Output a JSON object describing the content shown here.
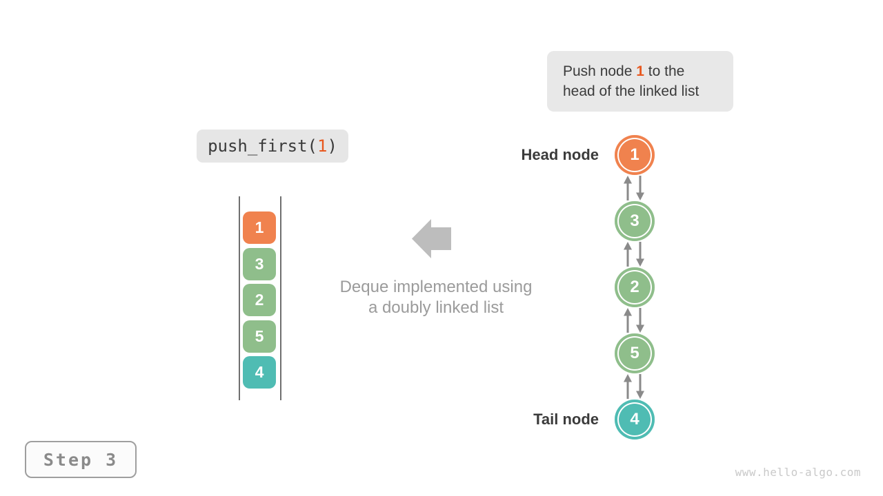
{
  "note": {
    "text_before": "Push node ",
    "highlight": "1",
    "text_after": " to the head of the linked list"
  },
  "code": {
    "before": "push_first(",
    "arg": "1",
    "after": ")"
  },
  "stack": {
    "cells": [
      {
        "value": "1",
        "color": "#F0824E"
      },
      {
        "value": "3",
        "color": "#8FBE8B"
      },
      {
        "value": "2",
        "color": "#8FBE8B"
      },
      {
        "value": "5",
        "color": "#8FBE8B"
      },
      {
        "value": "4",
        "color": "#4FBCB3"
      }
    ]
  },
  "arrow_caption": {
    "line1": "Deque implemented using",
    "line2": "a doubly linked list"
  },
  "linked_list": {
    "head_label": "Head node",
    "tail_label": "Tail node",
    "nodes": [
      {
        "value": "1",
        "color": "#F0824E"
      },
      {
        "value": "3",
        "color": "#8FBE8B"
      },
      {
        "value": "2",
        "color": "#8FBE8B"
      },
      {
        "value": "5",
        "color": "#8FBE8B"
      },
      {
        "value": "4",
        "color": "#4FBCB3"
      }
    ]
  },
  "step_label": "Step 3",
  "watermark": "www.hello-algo.com",
  "colors": {
    "highlight_orange": "#E8581F",
    "node_orange": "#F0824E",
    "node_green": "#8FBE8B",
    "node_teal": "#4FBCB3",
    "connector_gray": "#8A8A8A",
    "block_arrow_gray": "#BDBDBD",
    "note_bg": "#E8E8E8",
    "code_bg": "#E6E6E6",
    "caption_gray": "#9B9B9B",
    "label_dark": "#3B3B3B",
    "step_gray": "#8A8A8A",
    "watermark_gray": "#C9C9C9"
  }
}
